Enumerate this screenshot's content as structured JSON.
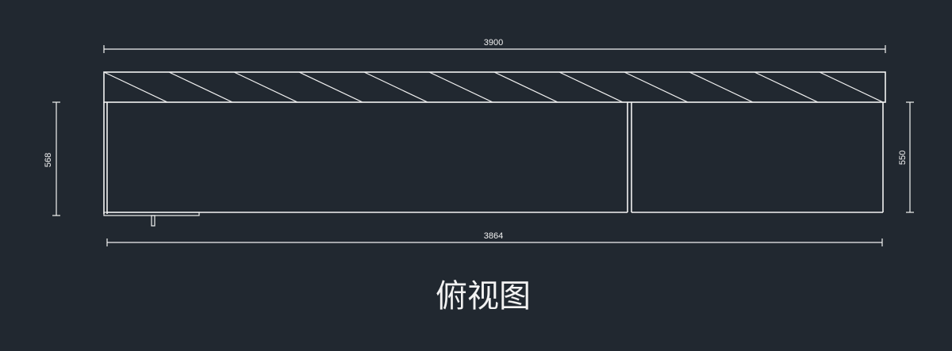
{
  "drawing": {
    "title": "俯视图",
    "dimensions": {
      "overall_width": "3900",
      "base_width": "3864",
      "left_depth": "568",
      "right_depth": "550"
    },
    "colors": {
      "background": "#212830",
      "line": "#f2f2f2"
    }
  }
}
